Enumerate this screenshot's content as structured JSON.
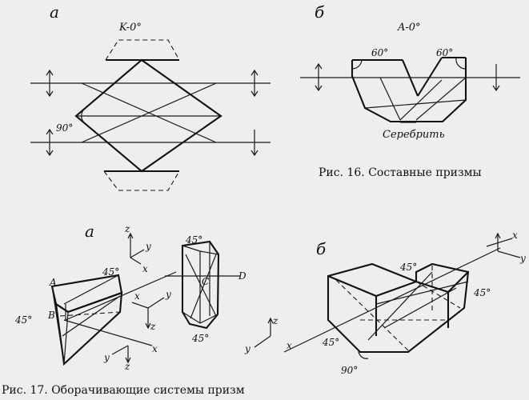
{
  "fig16": {
    "a": {
      "sublabel": "а",
      "top_label": "K-0°",
      "angle_label": "90°"
    },
    "b": {
      "sublabel": "б",
      "top_label": "A-0°",
      "angle_left": "60°",
      "angle_right": "60°",
      "silver_label": "Серебрить"
    },
    "caption": "Рис. 16. Составные призмы"
  },
  "fig17": {
    "a": {
      "sublabel": "а",
      "letters": {
        "A": "A",
        "B": "B",
        "C": "C",
        "D": "D"
      },
      "angles": {
        "a1": "45°",
        "a2": "45°",
        "a3": "45°",
        "a4": "45°"
      },
      "axes": {
        "x": "x",
        "y": "y",
        "z": "z"
      }
    },
    "b": {
      "sublabel": "б",
      "angles": {
        "a1": "45°",
        "a2": "45°",
        "a3": "45°",
        "a4": "90°"
      },
      "axes": {
        "x": "x",
        "y": "y",
        "z": "z"
      }
    },
    "caption": "Рис. 17. Оборачивающие системы призм"
  }
}
